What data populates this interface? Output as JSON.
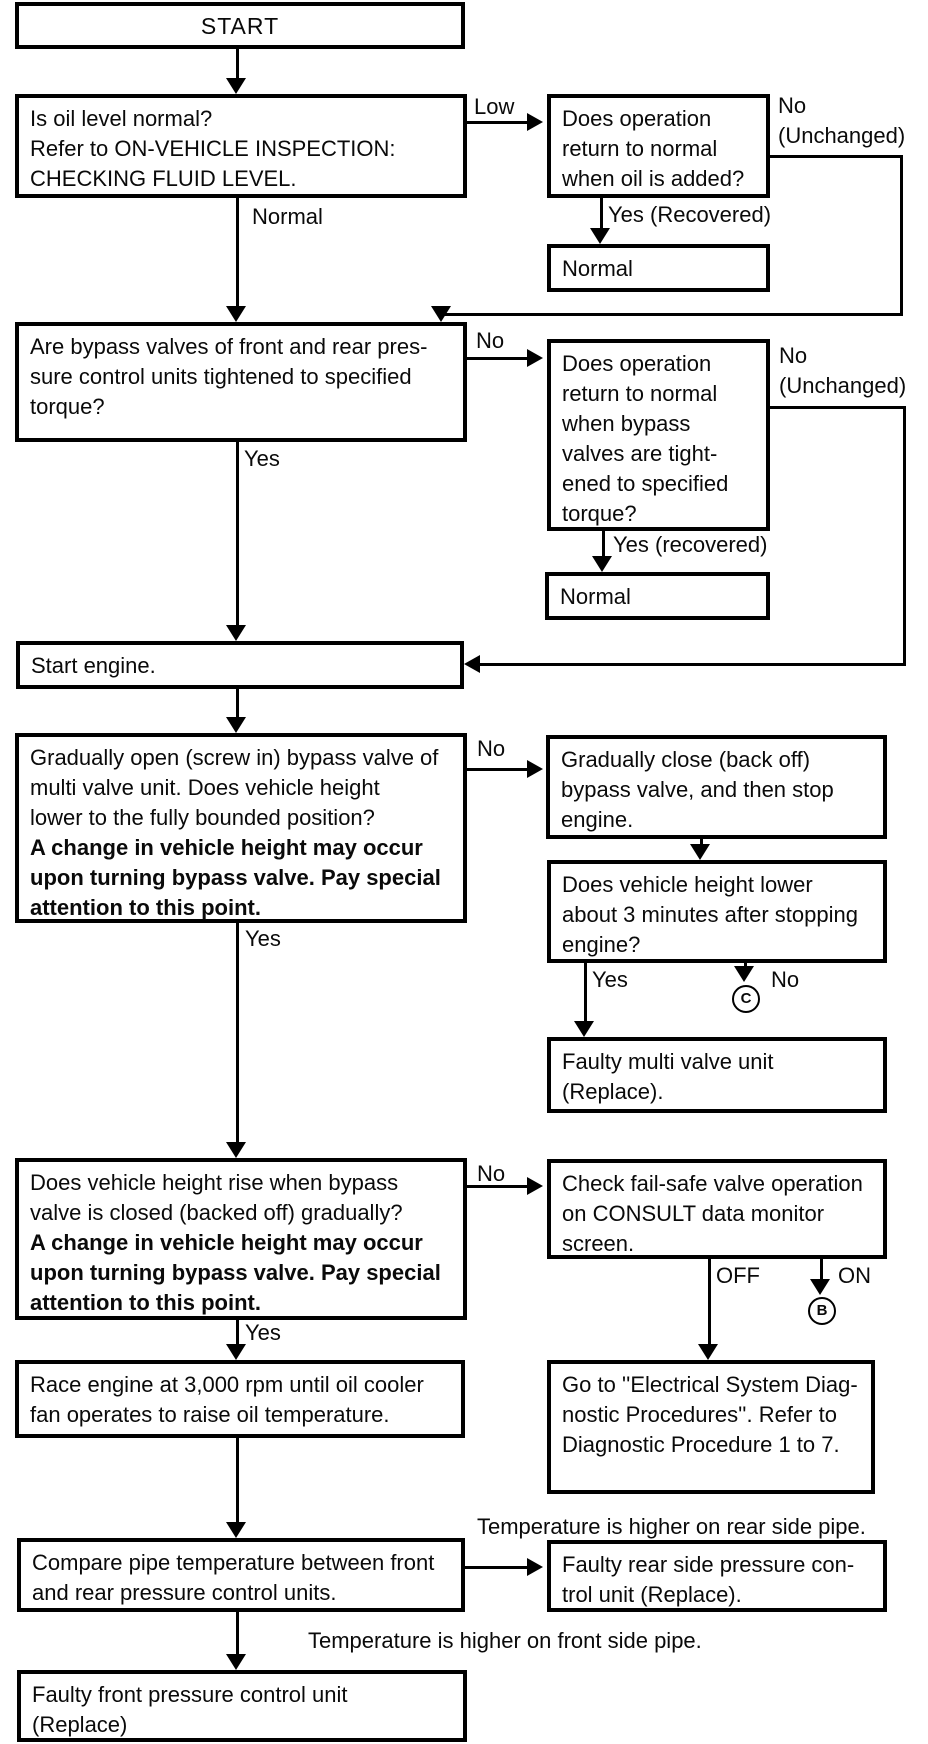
{
  "title": "Suspension oil / pressure control unit diagnostic flowchart",
  "colors": {
    "line": "#000000",
    "background": "#ffffff",
    "text": "#0a0a0a"
  },
  "boxes": {
    "start": {
      "lines": [
        "START"
      ]
    },
    "q_oil": {
      "lines": [
        "Is oil level normal?",
        "Refer to ON-VEHICLE INSPECTION:",
        "CHECKING FLUID LEVEL."
      ]
    },
    "q_oil_add": {
      "lines": [
        "Does operation",
        "return to normal",
        "when oil is added?"
      ]
    },
    "normal_1": {
      "lines": [
        "Normal"
      ]
    },
    "q_bypass_torque": {
      "lines": [
        "Are bypass valves of front and rear pres-",
        "sure control units tightened to specified",
        "torque?"
      ]
    },
    "q_bypass_return": {
      "lines": [
        "Does operation",
        "return to normal",
        "when bypass",
        "valves are tight-",
        "ened to specified",
        "torque?"
      ]
    },
    "normal_2": {
      "lines": [
        "Normal"
      ]
    },
    "start_engine": {
      "lines": [
        "Start engine."
      ]
    },
    "q_open_bypass": {
      "lines": [
        "Gradually open (screw in) bypass valve of",
        "multi valve unit. Does vehicle height",
        "lower to the fully bounded position?"
      ],
      "bold_lines": [
        "A change in vehicle height may occur",
        "upon turning bypass valve. Pay special",
        "attention to this point."
      ]
    },
    "close_bypass": {
      "lines": [
        "Gradually close (back off)",
        "bypass valve, and then stop",
        "engine."
      ]
    },
    "q_height_lower": {
      "lines": [
        "Does vehicle height lower",
        "about 3 minutes after stopping",
        "engine?"
      ]
    },
    "faulty_multi": {
      "lines": [
        "Faulty multi valve unit",
        "(Replace)."
      ]
    },
    "q_height_rise": {
      "lines": [
        "Does vehicle height rise when bypass",
        "valve is closed (backed off) gradually?"
      ],
      "bold_lines": [
        "A change in vehicle height may occur",
        "upon turning bypass valve. Pay special",
        "attention to this point."
      ]
    },
    "check_failsafe": {
      "lines": [
        "Check fail-safe valve operation",
        "on CONSULT data monitor",
        "screen."
      ]
    },
    "race_engine": {
      "lines": [
        "Race engine at 3,000 rpm until oil cooler",
        "fan operates to raise oil temperature."
      ]
    },
    "goto_electrical": {
      "lines": [
        "Go to ''Electrical System Diag-",
        "nostic Procedures''. Refer to",
        "Diagnostic Procedure 1 to 7."
      ]
    },
    "compare_pipe": {
      "lines": [
        "Compare pipe temperature between front",
        "and rear pressure control units."
      ]
    },
    "faulty_rear": {
      "lines": [
        "Faulty rear side pressure con-",
        "trol unit (Replace)."
      ]
    },
    "faulty_front": {
      "lines": [
        "Faulty front pressure control unit",
        "(Replace)"
      ]
    }
  },
  "edge_labels": {
    "low": "Low",
    "normal": "Normal",
    "no_oil_add": "No",
    "unchanged_oil_add": "(Unchanged)",
    "yes_recovered_oil": "Yes (Recovered)",
    "no_bypass_torque": "No",
    "no_bypass_return": "No",
    "unchanged_bypass_return": "(Unchanged)",
    "yes_recovered_bypass": "Yes (recovered)",
    "yes_bypass_torque": "Yes",
    "no_open_bypass": "No",
    "yes_open_bypass": "Yes",
    "yes_height_lower": "Yes",
    "no_height_lower": "No",
    "no_height_rise": "No",
    "yes_height_rise": "Yes",
    "off_failsafe": "OFF",
    "on_failsafe": "ON",
    "temp_rear": "Temperature is higher on rear side pipe.",
    "temp_front": "Temperature is higher on front side pipe."
  },
  "refs": {
    "c": "C",
    "b": "B"
  }
}
